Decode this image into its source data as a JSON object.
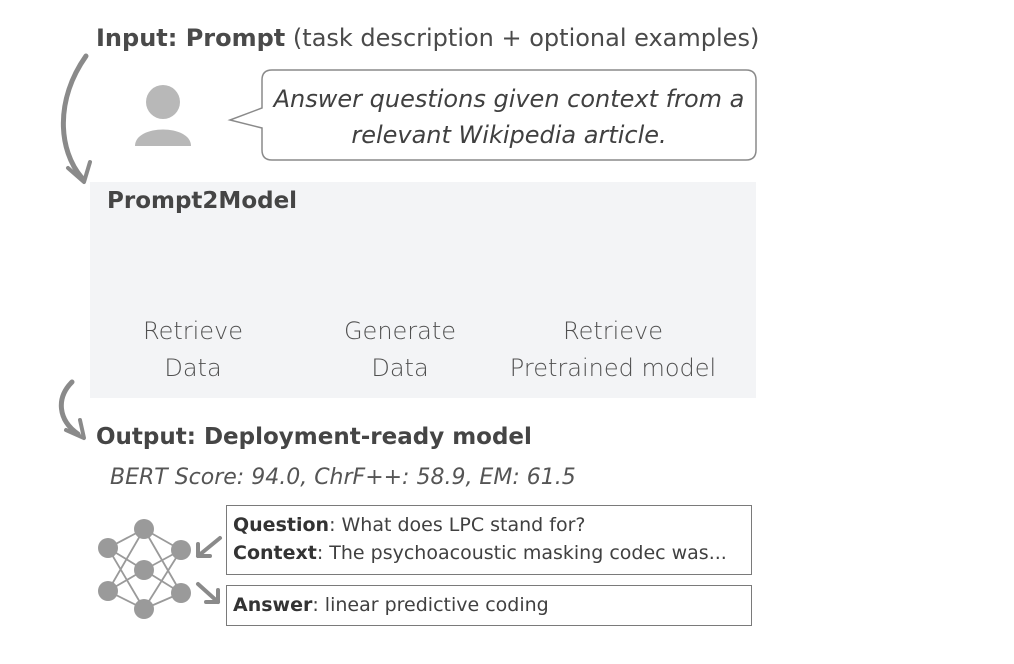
{
  "input": {
    "label_bold": "Input: Prompt",
    "label_rest": "(task description + optional examples)",
    "prompt_line1": "Answer questions given context from a",
    "prompt_line2": "relevant Wikipedia article."
  },
  "pipeline": {
    "title": "Prompt2Model",
    "components": [
      {
        "line1": "Retrieve",
        "line2": "Data",
        "icon": "database-icon"
      },
      {
        "line1": "Generate",
        "line2": "Data",
        "icon": "database-icon"
      },
      {
        "line1": "Retrieve",
        "line2": "Pretrained model",
        "icon": "neural-network-icon"
      }
    ]
  },
  "output": {
    "heading": "Output: Deployment-ready model",
    "metrics": "BERT Score: 94.0, ChrF++: 58.9, EM: 61.5",
    "question_label": "Question",
    "question_text": ": What does LPC stand for?",
    "context_label": "Context",
    "context_text": ": The psychoacoustic masking codec was...",
    "answer_label": "Answer",
    "answer_text": ": linear predictive coding"
  },
  "colors": {
    "accent_blue": "#2e64a8",
    "arrow_gray": "#8a8a8a",
    "node_gray": "#9a9a9a",
    "panel_bg": "#f3f4f6"
  }
}
